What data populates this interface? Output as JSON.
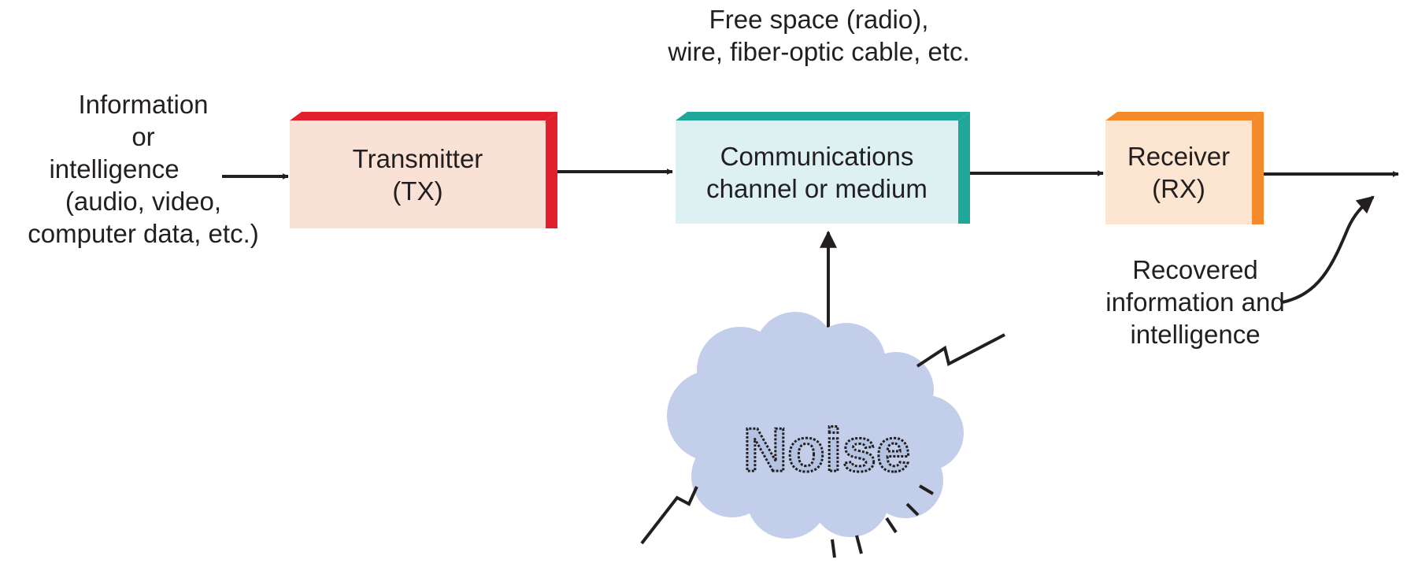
{
  "input_label": [
    "Information",
    "or",
    "intelligence",
    "(audio, video,",
    "computer data, etc.)"
  ],
  "channel_note": [
    "Free space (radio),",
    "wire, fiber-optic cable, etc."
  ],
  "transmitter": {
    "line1": "Transmitter",
    "line2": "(TX)"
  },
  "channel": {
    "line1": "Communications",
    "line2": "channel or medium"
  },
  "receiver": {
    "line1": "Receiver",
    "line2": "(RX)"
  },
  "output_label": [
    "Recovered",
    "information and",
    "intelligence"
  ],
  "noise": {
    "label": "Noise"
  },
  "colors": {
    "transmitter_face": "#f9e1d6",
    "transmitter_side": "#e21f2c",
    "channel_face": "#ddf1f3",
    "channel_side": "#1fa89a",
    "receiver_face": "#fde6d1",
    "receiver_side": "#f58a2a",
    "cloud": "#c3cfea",
    "ink": "#231f20"
  }
}
